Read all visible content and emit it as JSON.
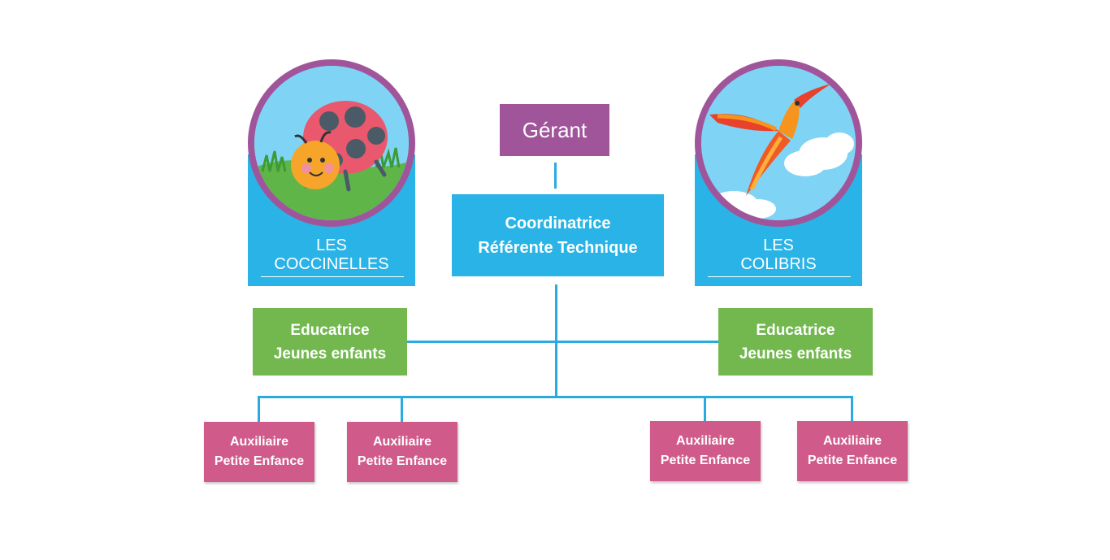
{
  "root": {
    "label": "Gérant",
    "color": "#a0559b"
  },
  "coordinator": {
    "line1": "Coordinatrice",
    "line2": "Référente Technique",
    "color": "#29b3e6"
  },
  "groups": [
    {
      "name_line1": "LES",
      "name_line2": "COCCINELLES",
      "icon": "ladybug-icon"
    },
    {
      "name_line1": "LES",
      "name_line2": "COLIBRIS",
      "icon": "hummingbird-icon"
    }
  ],
  "educators": [
    {
      "line1": "Educatrice",
      "line2": "Jeunes enfants"
    },
    {
      "line1": "Educatrice",
      "line2": "Jeunes enfants"
    }
  ],
  "auxiliaries": [
    {
      "line1": "Auxiliaire",
      "line2": "Petite Enfance"
    },
    {
      "line1": "Auxiliaire",
      "line2": "Petite Enfance"
    },
    {
      "line1": "Auxiliaire",
      "line2": "Petite Enfance"
    },
    {
      "line1": "Auxiliaire",
      "line2": "Petite Enfance"
    }
  ],
  "colors": {
    "connector": "#29abe2",
    "educator": "#72b84f",
    "auxiliary": "#d05a8a",
    "panel": "#29b3e6",
    "ring": "#a0559b"
  }
}
